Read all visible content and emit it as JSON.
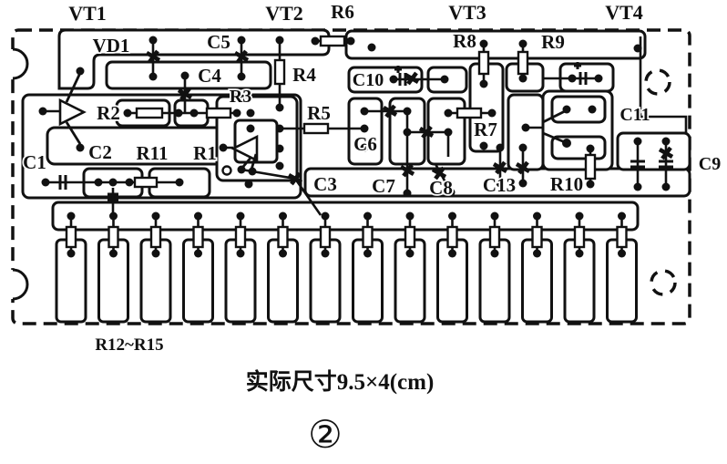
{
  "figure": {
    "caption": "实际尺寸9.5×4(cm)",
    "number": "②"
  },
  "labels": {
    "vt1": "VT1",
    "vt2": "VT2",
    "vt3": "VT3",
    "vt4": "VT4",
    "vd1": "VD1",
    "c1": "C1",
    "c2": "C2",
    "c3": "C3",
    "c4": "C4",
    "c5": "C5",
    "c6": "C6",
    "c7": "C7",
    "c8": "C8",
    "c9": "C9",
    "c10": "C10",
    "c11": "C11",
    "c13": "C13",
    "r1": "R1",
    "r2": "R2",
    "r3": "R3",
    "r4": "R4",
    "r5": "R5",
    "r6": "R6",
    "r7": "R7",
    "r8": "R8",
    "r9": "R9",
    "r10": "R10",
    "r11": "R11",
    "r_array": "R12~R15"
  }
}
